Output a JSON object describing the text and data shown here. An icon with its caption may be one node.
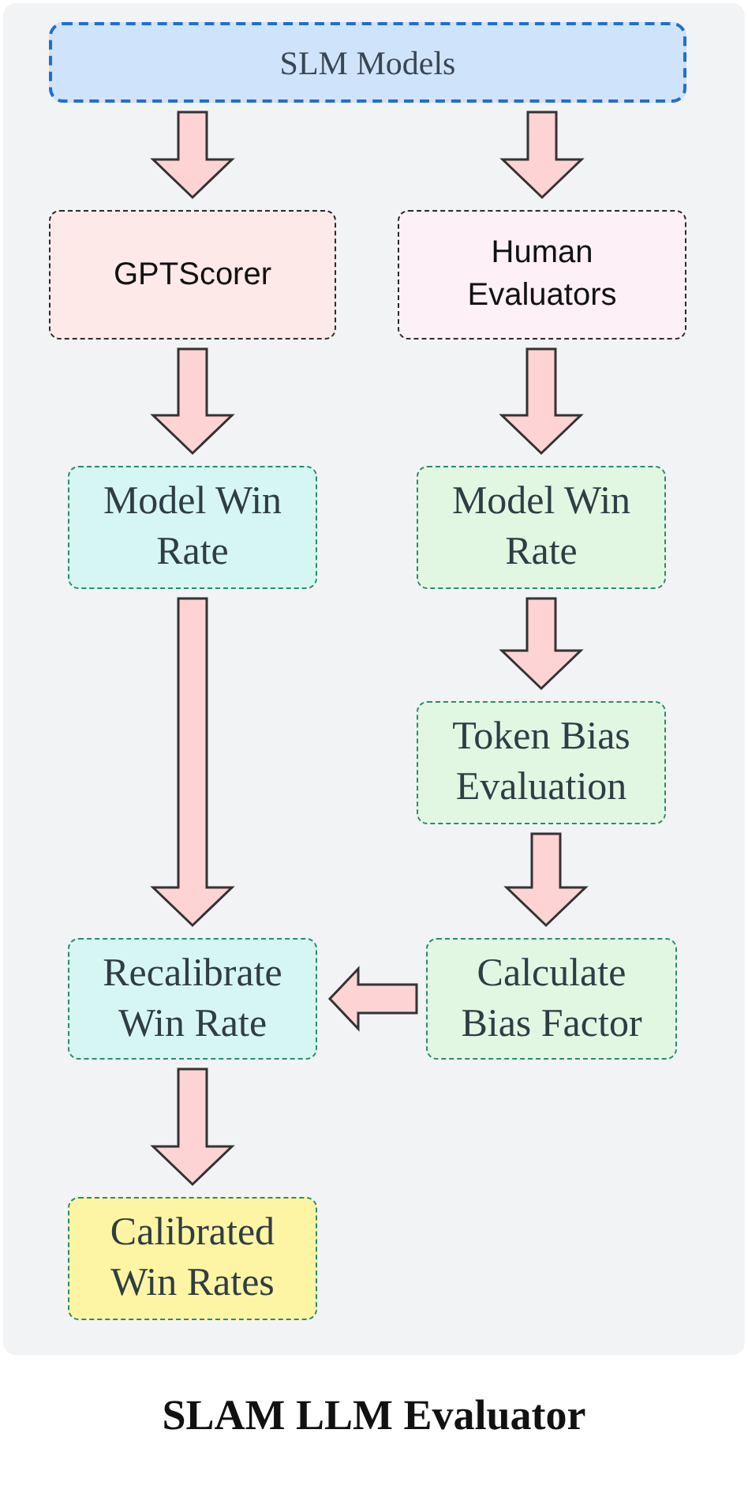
{
  "diagram": {
    "title": "SLAM LLM Evaluator",
    "nodes": [
      {
        "text": [
          "SLM Models"
        ]
      },
      {
        "text": [
          "GPTScorer"
        ]
      },
      {
        "text": [
          "Human Evaluators"
        ]
      },
      {
        "text": [
          "Model Win Rate"
        ]
      },
      {
        "text": [
          "Model Win Rate"
        ]
      },
      {
        "text": [
          "Token Bias Evaluation"
        ]
      },
      {
        "text": [
          "Recalibrate Win Rate"
        ]
      },
      {
        "text": [
          "Calculate Bias Factor"
        ]
      },
      {
        "text": [
          "Calibrated Win Rates"
        ]
      }
    ],
    "edges": [
      {
        "from": 0,
        "to": 1,
        "arrow": "to"
      },
      {
        "from": 0,
        "to": 2,
        "arrow": "to"
      },
      {
        "from": 1,
        "to": 3,
        "arrow": "to"
      },
      {
        "from": 2,
        "to": 4,
        "arrow": "to"
      },
      {
        "from": 3,
        "to": 6,
        "arrow": "to"
      },
      {
        "from": 4,
        "to": 5,
        "arrow": "to"
      },
      {
        "from": 5,
        "to": 7,
        "arrow": "to"
      },
      {
        "from": 7,
        "to": 6,
        "arrow": "to"
      },
      {
        "from": 6,
        "to": 8,
        "arrow": "to"
      }
    ]
  }
}
